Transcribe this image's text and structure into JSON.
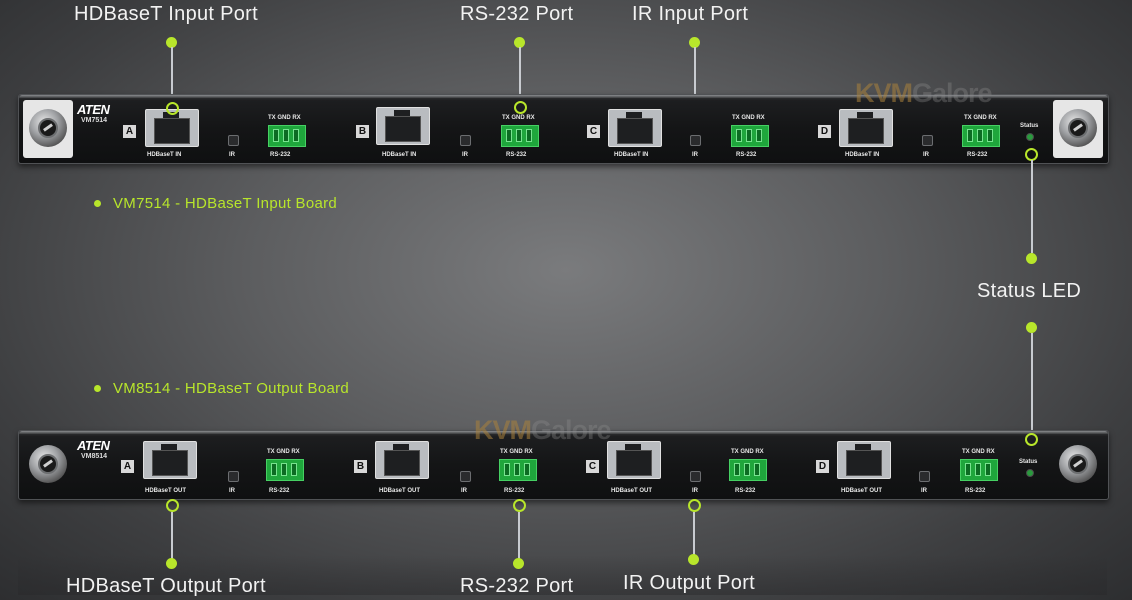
{
  "callouts": {
    "hdbaset_input": "HDBaseT Input Port",
    "rs232_top": "RS-232 Port",
    "ir_input": "IR Input Port",
    "status_led": "Status LED",
    "hdbaset_output": "HDBaseT Output Port",
    "rs232_bottom": "RS-232 Port",
    "ir_output": "IR Output Port"
  },
  "boards": {
    "input_label": "VM7514 - HDBaseT Input Board",
    "output_label": "VM8514 - HDBaseT Output Board"
  },
  "panel": {
    "brand": "ATEN",
    "model_top": "VM7514",
    "model_bottom": "VM8514",
    "ports": [
      "A",
      "B",
      "C",
      "D"
    ],
    "hdbaset_in": "HDBaseT IN",
    "hdbaset_out": "HDBaseT OUT",
    "ir": "IR",
    "rs232": "RS-232",
    "txgndrx": "TX GND RX",
    "status": "Status"
  },
  "watermark": {
    "kvm": "KVM",
    "galore": "Galore"
  },
  "colors": {
    "accent": "#b8e62b",
    "terminal": "#1fa63c"
  }
}
